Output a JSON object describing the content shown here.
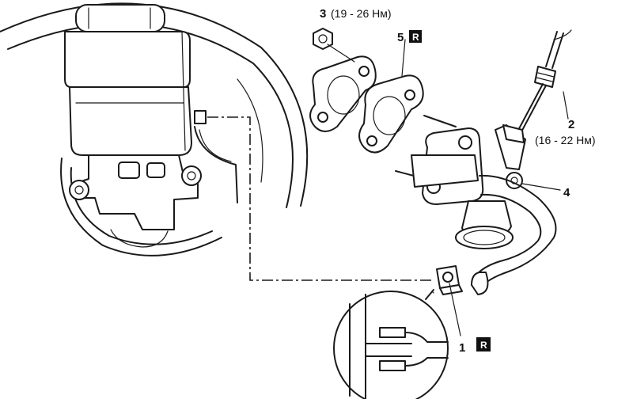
{
  "callouts": [
    {
      "id": "1",
      "number": "1",
      "badge": "R"
    },
    {
      "id": "2",
      "number": "2",
      "torque": "(16 - 22 Нм)"
    },
    {
      "id": "3",
      "number": "3",
      "torque": "(19 - 26 Нм)"
    },
    {
      "id": "4",
      "number": "4"
    },
    {
      "id": "5",
      "number": "5",
      "badge": "R"
    }
  ]
}
